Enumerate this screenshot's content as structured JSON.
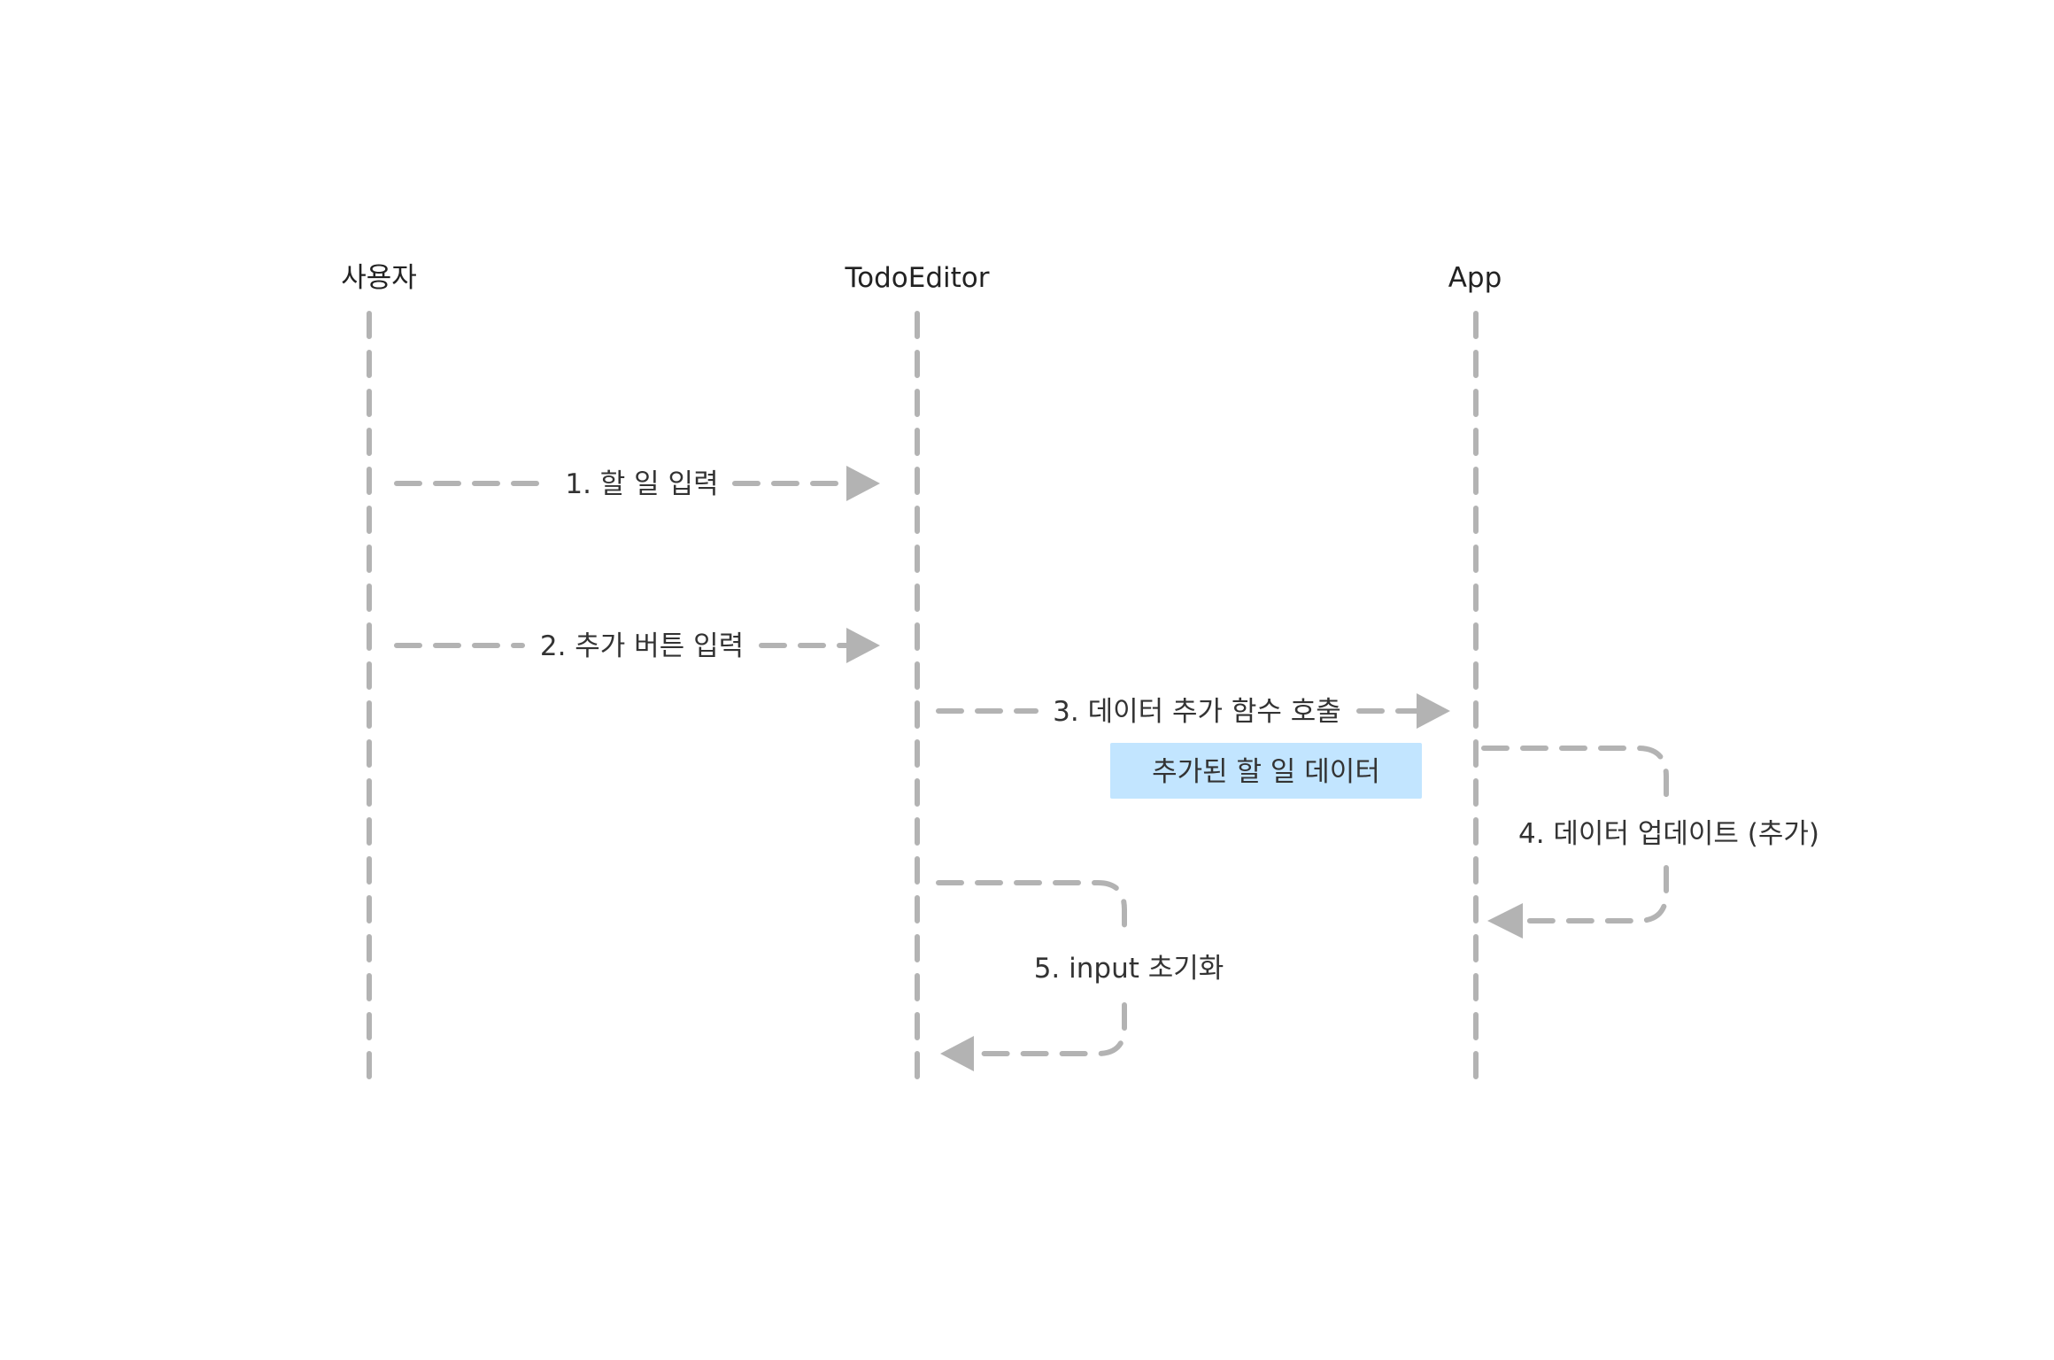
{
  "actors": [
    {
      "id": "user",
      "label": "사용자"
    },
    {
      "id": "editor",
      "label": "TodoEditor"
    },
    {
      "id": "app",
      "label": "App"
    }
  ],
  "messages": [
    {
      "label": "1. 할 일 입력",
      "from": "user",
      "to": "editor"
    },
    {
      "label": "2. 추가 버튼 입력",
      "from": "user",
      "to": "editor"
    },
    {
      "label": "3. 데이터 추가 함수 호출",
      "from": "editor",
      "to": "app"
    },
    {
      "label": "4. 데이터 업데이트 (추가)",
      "from": "app",
      "to": "app"
    },
    {
      "label": "5. input 초기화",
      "from": "editor",
      "to": "editor"
    }
  ],
  "note": {
    "label": "추가된 할 일 데이터",
    "color": "#c2e5ff"
  },
  "colors": {
    "line": "#b3b3b3",
    "text": "#333333",
    "background": "#ffffff"
  }
}
